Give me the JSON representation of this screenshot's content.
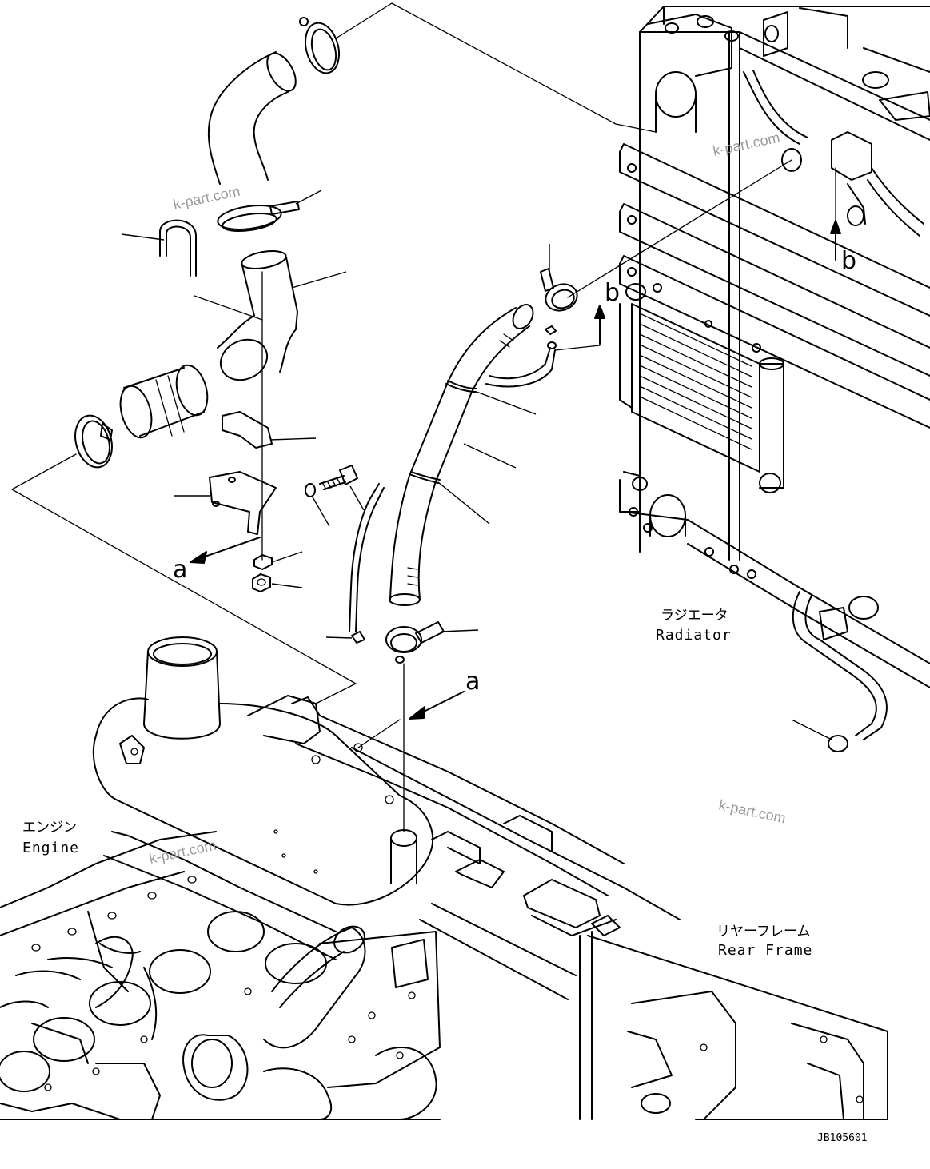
{
  "labels": {
    "radiator_jp": "ラジエータ",
    "radiator_en": "Radiator",
    "engine_jp": "エンジン",
    "engine_en": "Engine",
    "rear_frame_jp": "リヤーフレーム",
    "rear_frame_en": "Rear Frame"
  },
  "view_markers": {
    "a_left": "a",
    "a_right": "a",
    "b_left": "b",
    "b_right": "b"
  },
  "watermarks": [
    "k-part.com",
    "k-part.com",
    "k-part.com",
    "k-part.com"
  ],
  "drawing_code": "JB105601",
  "colors": {
    "line": "#000000",
    "background": "#ffffff",
    "watermark": "#9a9a9a"
  }
}
